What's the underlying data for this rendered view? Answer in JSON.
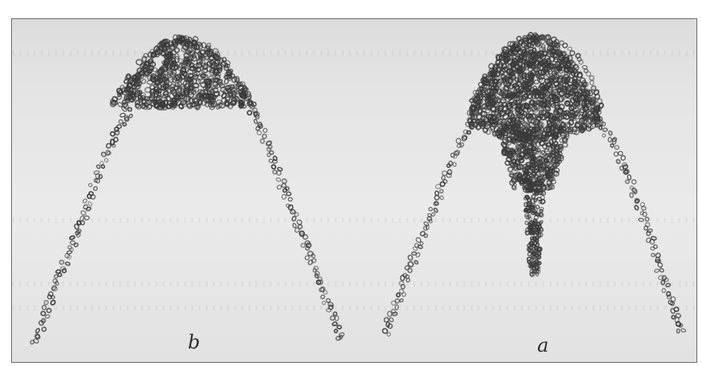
{
  "figure": {
    "panels": [
      {
        "id": "b",
        "label": "b"
      },
      {
        "id": "a",
        "label": "a"
      }
    ]
  },
  "colors": {
    "background": "#e6e6e6",
    "ink": "#3a3a3a",
    "border": "#6a6a6a"
  }
}
